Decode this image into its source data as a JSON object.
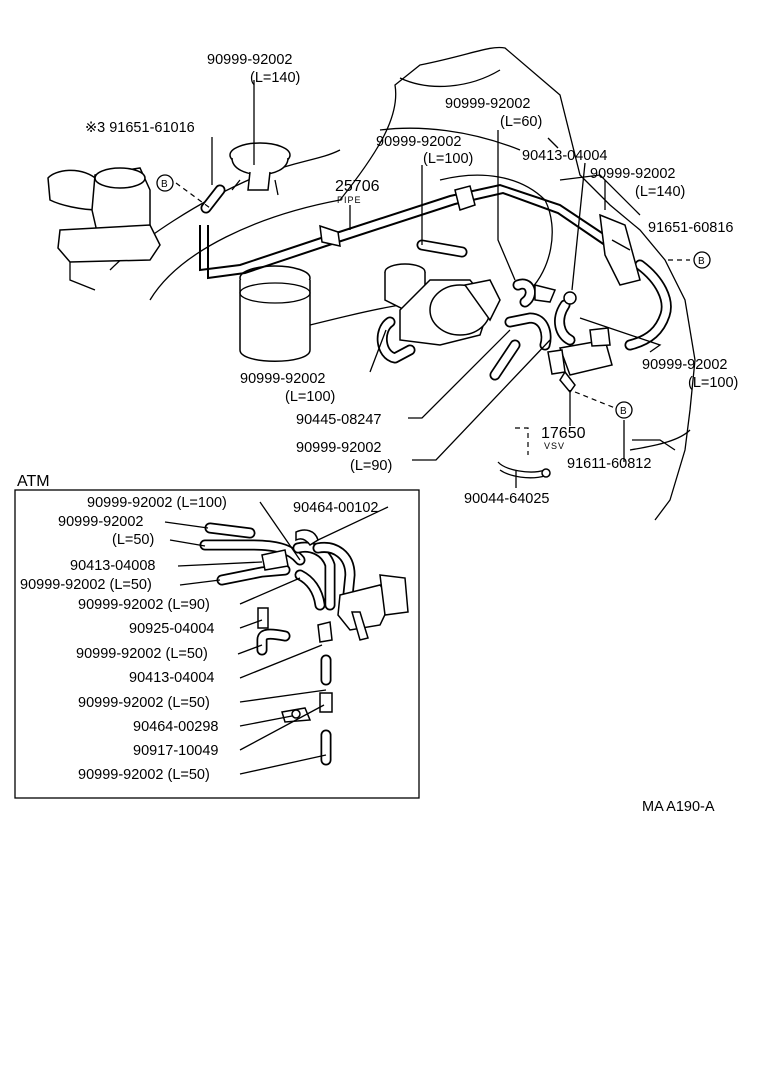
{
  "labels": {
    "p90999_top": "90999-92002",
    "l140_top": "(L=140)",
    "p91651_61016": "※3 91651-61016",
    "p90999_l60": "90999-92002",
    "l60": "(L=60)",
    "p90999_l100_top": "90999-92002",
    "l100_top": "(L=100)",
    "p90413_04004_top": "90413-04004",
    "p90999_l140_right": "90999-92002",
    "l140_right": "(L=140)",
    "p25706": "25706",
    "pipe": "PIPE",
    "p91651_60816": "91651-60816",
    "p90999_l100_left": "90999-92002",
    "l100_left": "(L=100)",
    "p90999_l100_right": "90999-92002",
    "l100_right": "(L=100)",
    "p90445_08247": "90445-08247",
    "p17650": "17650",
    "vsv": "VSV",
    "p90999_l90": "90999-92002",
    "l90": "(L=90)",
    "p91611_60812": "91611-60812",
    "p90044_64025": "90044-64025",
    "atm": "ATM",
    "atm_1": "90999-92002 (L=100)",
    "atm_2": "90464-00102",
    "atm_3": "90999-92002",
    "atm_3b": "(L=50)",
    "atm_4": "90413-04008",
    "atm_5": "90999-92002 (L=50)",
    "atm_6": "90999-92002 (L=90)",
    "atm_7": "90925-04004",
    "atm_8": "90999-92002 (L=50)",
    "atm_9": "90413-04004",
    "atm_10": "90999-92002 (L=50)",
    "atm_11": "90464-00298",
    "atm_12": "90917-10049",
    "atm_13": "90999-92002 (L=50)",
    "figure_code": "MA A190-A",
    "callout_b": "B"
  }
}
